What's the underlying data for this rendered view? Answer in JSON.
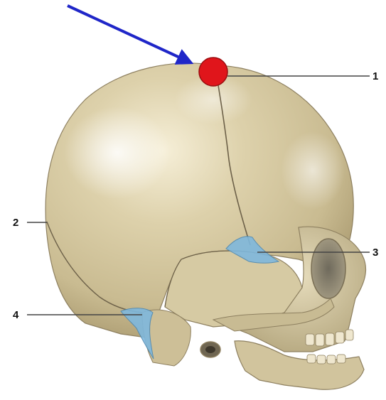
{
  "figure": {
    "labels": [
      {
        "id": "1",
        "text": "1"
      },
      {
        "id": "2",
        "text": "2"
      },
      {
        "id": "3",
        "text": "3"
      },
      {
        "id": "4",
        "text": "4"
      }
    ],
    "colors": {
      "bone": "#d9cda6",
      "bone_shadow": "#a99a72",
      "fontanelle": "#7fb8dd",
      "pointer_arrow": "#1f26c8",
      "marker": "#e0151b",
      "leader_line": "#444444"
    },
    "icons": [
      "skull-illustration",
      "arrow-icon",
      "marker-dot"
    ]
  }
}
